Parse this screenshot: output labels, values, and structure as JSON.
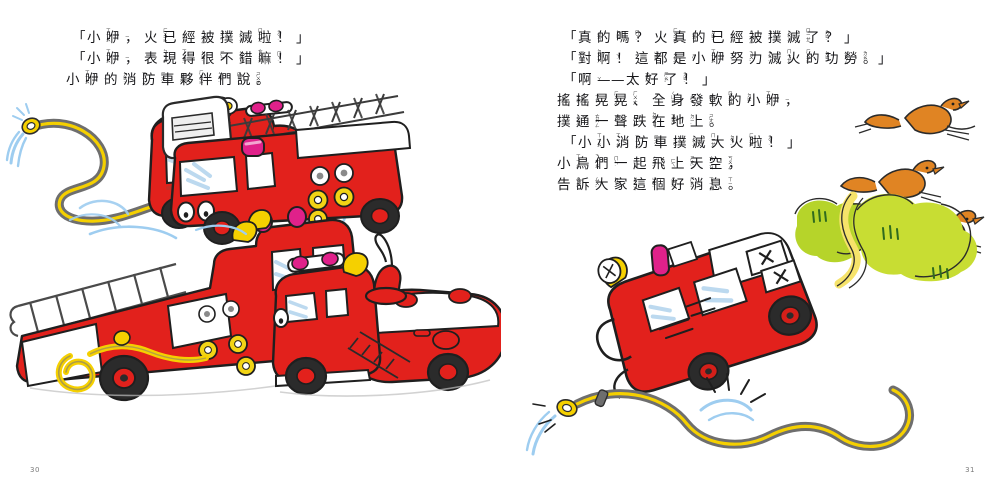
{
  "spread": {
    "background_color": "#ffffff",
    "left_page": {
      "page_number": "30",
      "lines": [
        {
          "id": "l1",
          "text": "「 小咿， 火已經被撲滅啦！ 」",
          "tokens": [
            {
              "base": "「",
              "ruby": ""
            },
            {
              "base": "小",
              "ruby": "ㄒㄧㄠˇ"
            },
            {
              "base": "咿",
              "ruby": "ㄧ"
            },
            {
              "base": "，",
              "ruby": ""
            },
            {
              "base": "火",
              "ruby": "ㄏㄨㄛˇ"
            },
            {
              "base": "已",
              "ruby": "ㄧˇ"
            },
            {
              "base": "經",
              "ruby": "ㄐㄧㄥ"
            },
            {
              "base": "被",
              "ruby": "ㄅㄟˋ"
            },
            {
              "base": "撲",
              "ruby": "ㄆㄨ"
            },
            {
              "base": "滅",
              "ruby": "ㄇㄧㄝˋ"
            },
            {
              "base": "啦",
              "ruby": "ㄌㄚ˙"
            },
            {
              "base": "！",
              "ruby": ""
            },
            {
              "base": "」",
              "ruby": ""
            }
          ]
        },
        {
          "id": "l2",
          "text": "「 小咿， 表現得很不錯嘛！ 」",
          "tokens": [
            {
              "base": "「",
              "ruby": ""
            },
            {
              "base": "小",
              "ruby": "ㄒㄧㄠˇ"
            },
            {
              "base": "咿",
              "ruby": "ㄧ"
            },
            {
              "base": "，",
              "ruby": ""
            },
            {
              "base": "表",
              "ruby": "ㄅㄧㄠˇ"
            },
            {
              "base": "現",
              "ruby": "ㄒㄧㄢˋ"
            },
            {
              "base": "得",
              "ruby": "ㄉㄜ˙"
            },
            {
              "base": "很",
              "ruby": "ㄏㄣˇ"
            },
            {
              "base": "不",
              "ruby": "ㄅㄨˊ"
            },
            {
              "base": "錯",
              "ruby": "ㄘㄨㄛˋ"
            },
            {
              "base": "嘛",
              "ruby": "ㄇㄚ˙"
            },
            {
              "base": "！",
              "ruby": ""
            },
            {
              "base": "」",
              "ruby": ""
            }
          ]
        },
        {
          "id": "l3",
          "text": "小咿的消防車夥伴們說。",
          "tokens": [
            {
              "base": "小",
              "ruby": "ㄒㄧㄠˇ"
            },
            {
              "base": "咿",
              "ruby": "ㄧ"
            },
            {
              "base": "的",
              "ruby": "ㄉㄜ˙"
            },
            {
              "base": "消",
              "ruby": "ㄒㄧㄠ"
            },
            {
              "base": "防",
              "ruby": "ㄈㄤˊ"
            },
            {
              "base": "車",
              "ruby": "ㄔㄜ"
            },
            {
              "base": "夥",
              "ruby": "ㄏㄨㄛˇ"
            },
            {
              "base": "伴",
              "ruby": "ㄅㄢˋ"
            },
            {
              "base": "們",
              "ruby": "ㄇㄣ˙"
            },
            {
              "base": "說",
              "ruby": "ㄕㄨㄛ"
            },
            {
              "base": "。",
              "ruby": ""
            }
          ]
        }
      ],
      "illustrations": [
        {
          "name": "fire-hose-spraying",
          "description": "yellow and grey coiled hose with nozzle spraying blue water"
        },
        {
          "name": "fire-truck-cartoon-face",
          "description": "small red cartoon fire truck with eyes, pink and magenta roof lights"
        },
        {
          "name": "ladder-fire-truck",
          "description": "red ladder fire truck with extension ladder and yellow gauges"
        },
        {
          "name": "ladder-fire-truck-side",
          "description": "red fire truck with long side ladder, yellow hose reel and nozzles"
        },
        {
          "name": "tanker-fire-truck",
          "description": "red tanker fire truck with water cannon and side ladder"
        }
      ]
    },
    "right_page": {
      "page_number": "31",
      "lines": [
        {
          "id": "r1",
          "text": "「 真的嗎？ 火真的已經被撲滅了？ 」",
          "tokens": [
            {
              "base": "「",
              "ruby": ""
            },
            {
              "base": "真",
              "ruby": "ㄓㄣ"
            },
            {
              "base": "的",
              "ruby": "ㄉㄜ˙"
            },
            {
              "base": "嗎",
              "ruby": "ㄇㄚ˙"
            },
            {
              "base": "？",
              "ruby": ""
            },
            {
              "base": "火",
              "ruby": "ㄏㄨㄛˇ"
            },
            {
              "base": "真",
              "ruby": "ㄓㄣ"
            },
            {
              "base": "的",
              "ruby": "ㄉㄜ˙"
            },
            {
              "base": "已",
              "ruby": "ㄧˇ"
            },
            {
              "base": "經",
              "ruby": "ㄐㄧㄥ"
            },
            {
              "base": "被",
              "ruby": "ㄅㄟˋ"
            },
            {
              "base": "撲",
              "ruby": "ㄆㄨ"
            },
            {
              "base": "滅",
              "ruby": "ㄇㄧㄝˋ"
            },
            {
              "base": "了",
              "ruby": "ㄌㄜ˙"
            },
            {
              "base": "？",
              "ruby": ""
            },
            {
              "base": "」",
              "ruby": ""
            }
          ]
        },
        {
          "id": "r2",
          "text": "「 對啊！ 這都是小咿努力滅火的功勞。 」",
          "tokens": [
            {
              "base": "「",
              "ruby": ""
            },
            {
              "base": "對",
              "ruby": "ㄉㄨㄟˋ"
            },
            {
              "base": "啊",
              "ruby": "ㄚ˙"
            },
            {
              "base": "！",
              "ruby": ""
            },
            {
              "base": "這",
              "ruby": "ㄓㄜˋ"
            },
            {
              "base": "都",
              "ruby": "ㄉㄡ"
            },
            {
              "base": "是",
              "ruby": "ㄕˋ"
            },
            {
              "base": "小",
              "ruby": "ㄒㄧㄠˇ"
            },
            {
              "base": "咿",
              "ruby": "ㄧ"
            },
            {
              "base": "努",
              "ruby": "ㄋㄨˇ"
            },
            {
              "base": "力",
              "ruby": "ㄌㄧˋ"
            },
            {
              "base": "滅",
              "ruby": "ㄇㄧㄝˋ"
            },
            {
              "base": "火",
              "ruby": "ㄏㄨㄛˇ"
            },
            {
              "base": "的",
              "ruby": "ㄉㄜ˙"
            },
            {
              "base": "功",
              "ruby": "ㄍㄨㄥ"
            },
            {
              "base": "勞",
              "ruby": "ㄌㄠˊ"
            },
            {
              "base": "。",
              "ruby": ""
            },
            {
              "base": "」",
              "ruby": ""
            }
          ]
        },
        {
          "id": "r3",
          "text": "「 啊 —— 太好了！ 」",
          "tokens": [
            {
              "base": "「",
              "ruby": ""
            },
            {
              "base": "啊",
              "ruby": "ㄚ"
            },
            {
              "base": "——",
              "ruby": ""
            },
            {
              "base": "太",
              "ruby": "ㄊㄞˋ"
            },
            {
              "base": "好",
              "ruby": "ㄏㄠˇ"
            },
            {
              "base": "了",
              "ruby": "ㄌㄜ˙"
            },
            {
              "base": "！",
              "ruby": ""
            },
            {
              "base": "」",
              "ruby": ""
            }
          ]
        },
        {
          "id": "r4",
          "text": "搖搖晃晃、 全身發軟的小咿，",
          "tokens": [
            {
              "base": "搖",
              "ruby": "ㄧㄠˊ"
            },
            {
              "base": "搖",
              "ruby": "ㄧㄠˊ"
            },
            {
              "base": "晃",
              "ruby": "ㄏㄨㄤˋ"
            },
            {
              "base": "晃",
              "ruby": "ㄏㄨㄤˋ"
            },
            {
              "base": "、",
              "ruby": ""
            },
            {
              "base": "全",
              "ruby": "ㄑㄩㄢˊ"
            },
            {
              "base": "身",
              "ruby": "ㄕㄣ"
            },
            {
              "base": "發",
              "ruby": "ㄈㄚ"
            },
            {
              "base": "軟",
              "ruby": "ㄖㄨㄢˇ"
            },
            {
              "base": "的",
              "ruby": "ㄉㄜ˙"
            },
            {
              "base": "小",
              "ruby": "ㄒㄧㄠˇ"
            },
            {
              "base": "咿",
              "ruby": "ㄧ"
            },
            {
              "base": "，",
              "ruby": ""
            }
          ]
        },
        {
          "id": "r5",
          "text": "撲通一聲跌在地上。",
          "tokens": [
            {
              "base": "撲",
              "ruby": "ㄆㄨ"
            },
            {
              "base": "通",
              "ruby": "ㄊㄨㄥ"
            },
            {
              "base": "一",
              "ruby": "ㄧ"
            },
            {
              "base": "聲",
              "ruby": "ㄕㄥ"
            },
            {
              "base": "跌",
              "ruby": "ㄉㄧㄝˊ"
            },
            {
              "base": "在",
              "ruby": "ㄗㄞˋ"
            },
            {
              "base": "地",
              "ruby": "ㄉㄧˋ"
            },
            {
              "base": "上",
              "ruby": "ㄕㄤˋ"
            },
            {
              "base": "。",
              "ruby": ""
            }
          ]
        },
        {
          "id": "r6",
          "text": "「 小小消防車撲滅大火啦！ 」",
          "tokens": [
            {
              "base": "「",
              "ruby": ""
            },
            {
              "base": "小",
              "ruby": "ㄒㄧㄠˇ"
            },
            {
              "base": "小",
              "ruby": "ㄒㄧㄠˇ"
            },
            {
              "base": "消",
              "ruby": "ㄒㄧㄠ"
            },
            {
              "base": "防",
              "ruby": "ㄈㄤˊ"
            },
            {
              "base": "車",
              "ruby": "ㄔㄜ"
            },
            {
              "base": "撲",
              "ruby": "ㄆㄨ"
            },
            {
              "base": "滅",
              "ruby": "ㄇㄧㄝˋ"
            },
            {
              "base": "大",
              "ruby": "ㄉㄚˋ"
            },
            {
              "base": "火",
              "ruby": "ㄏㄨㄛˇ"
            },
            {
              "base": "啦",
              "ruby": "ㄌㄚ˙"
            },
            {
              "base": "！",
              "ruby": ""
            },
            {
              "base": "」",
              "ruby": ""
            }
          ]
        },
        {
          "id": "r7",
          "text": "小鳥們一起飛上天空，",
          "tokens": [
            {
              "base": "小",
              "ruby": "ㄒㄧㄠˇ"
            },
            {
              "base": "鳥",
              "ruby": "ㄋㄧㄠˇ"
            },
            {
              "base": "們",
              "ruby": "ㄇㄣ˙"
            },
            {
              "base": "一",
              "ruby": "ㄧˋ"
            },
            {
              "base": "起",
              "ruby": "ㄑㄧˇ"
            },
            {
              "base": "飛",
              "ruby": "ㄈㄟ"
            },
            {
              "base": "上",
              "ruby": "ㄕㄤˋ"
            },
            {
              "base": "天",
              "ruby": "ㄊㄧㄢ"
            },
            {
              "base": "空",
              "ruby": "ㄎㄨㄥ"
            },
            {
              "base": "，",
              "ruby": ""
            }
          ]
        },
        {
          "id": "r8",
          "text": "告訴大家這個好消息。",
          "tokens": [
            {
              "base": "告",
              "ruby": "ㄍㄠˋ"
            },
            {
              "base": "訴",
              "ruby": "ㄙㄨˋ"
            },
            {
              "base": "大",
              "ruby": "ㄉㄚˋ"
            },
            {
              "base": "家",
              "ruby": "ㄐㄧㄚ"
            },
            {
              "base": "這",
              "ruby": "ㄓㄜˋ"
            },
            {
              "base": "個",
              "ruby": "ㄍㄜˋ"
            },
            {
              "base": "好",
              "ruby": "ㄏㄠˇ"
            },
            {
              "base": "消",
              "ruby": "ㄒㄧㄠ"
            },
            {
              "base": "息",
              "ruby": "ㄒㄧˊ"
            },
            {
              "base": "。",
              "ruby": ""
            }
          ]
        }
      ],
      "illustrations": [
        {
          "name": "flying-birds",
          "description": "three orange birds flying in the sky"
        },
        {
          "name": "green-bushes",
          "description": "two yellow-green bushes with a pale yellow winding path"
        },
        {
          "name": "exhausted-fire-truck",
          "description": "red fire truck lying tipped over with X-shaped eyes, exhausted"
        },
        {
          "name": "fire-hose-spraying",
          "description": "yellow and grey hose with nozzle spraying blue water"
        }
      ]
    }
  },
  "palette": {
    "truck_red": "#e2211c",
    "truck_red_dark": "#b3150f",
    "hose_yellow": "#f5d000",
    "hose_grey": "#6e6e6e",
    "water_blue": "#9ecdf0",
    "bird_orange": "#e08423",
    "bush_green": "#b6d42a",
    "bush_green_dark": "#9ec41e",
    "light_magenta": "#e0218a",
    "gauge_yellow": "#f2d415",
    "ink": "#1a1a1a",
    "page_bg": "#ffffff"
  }
}
